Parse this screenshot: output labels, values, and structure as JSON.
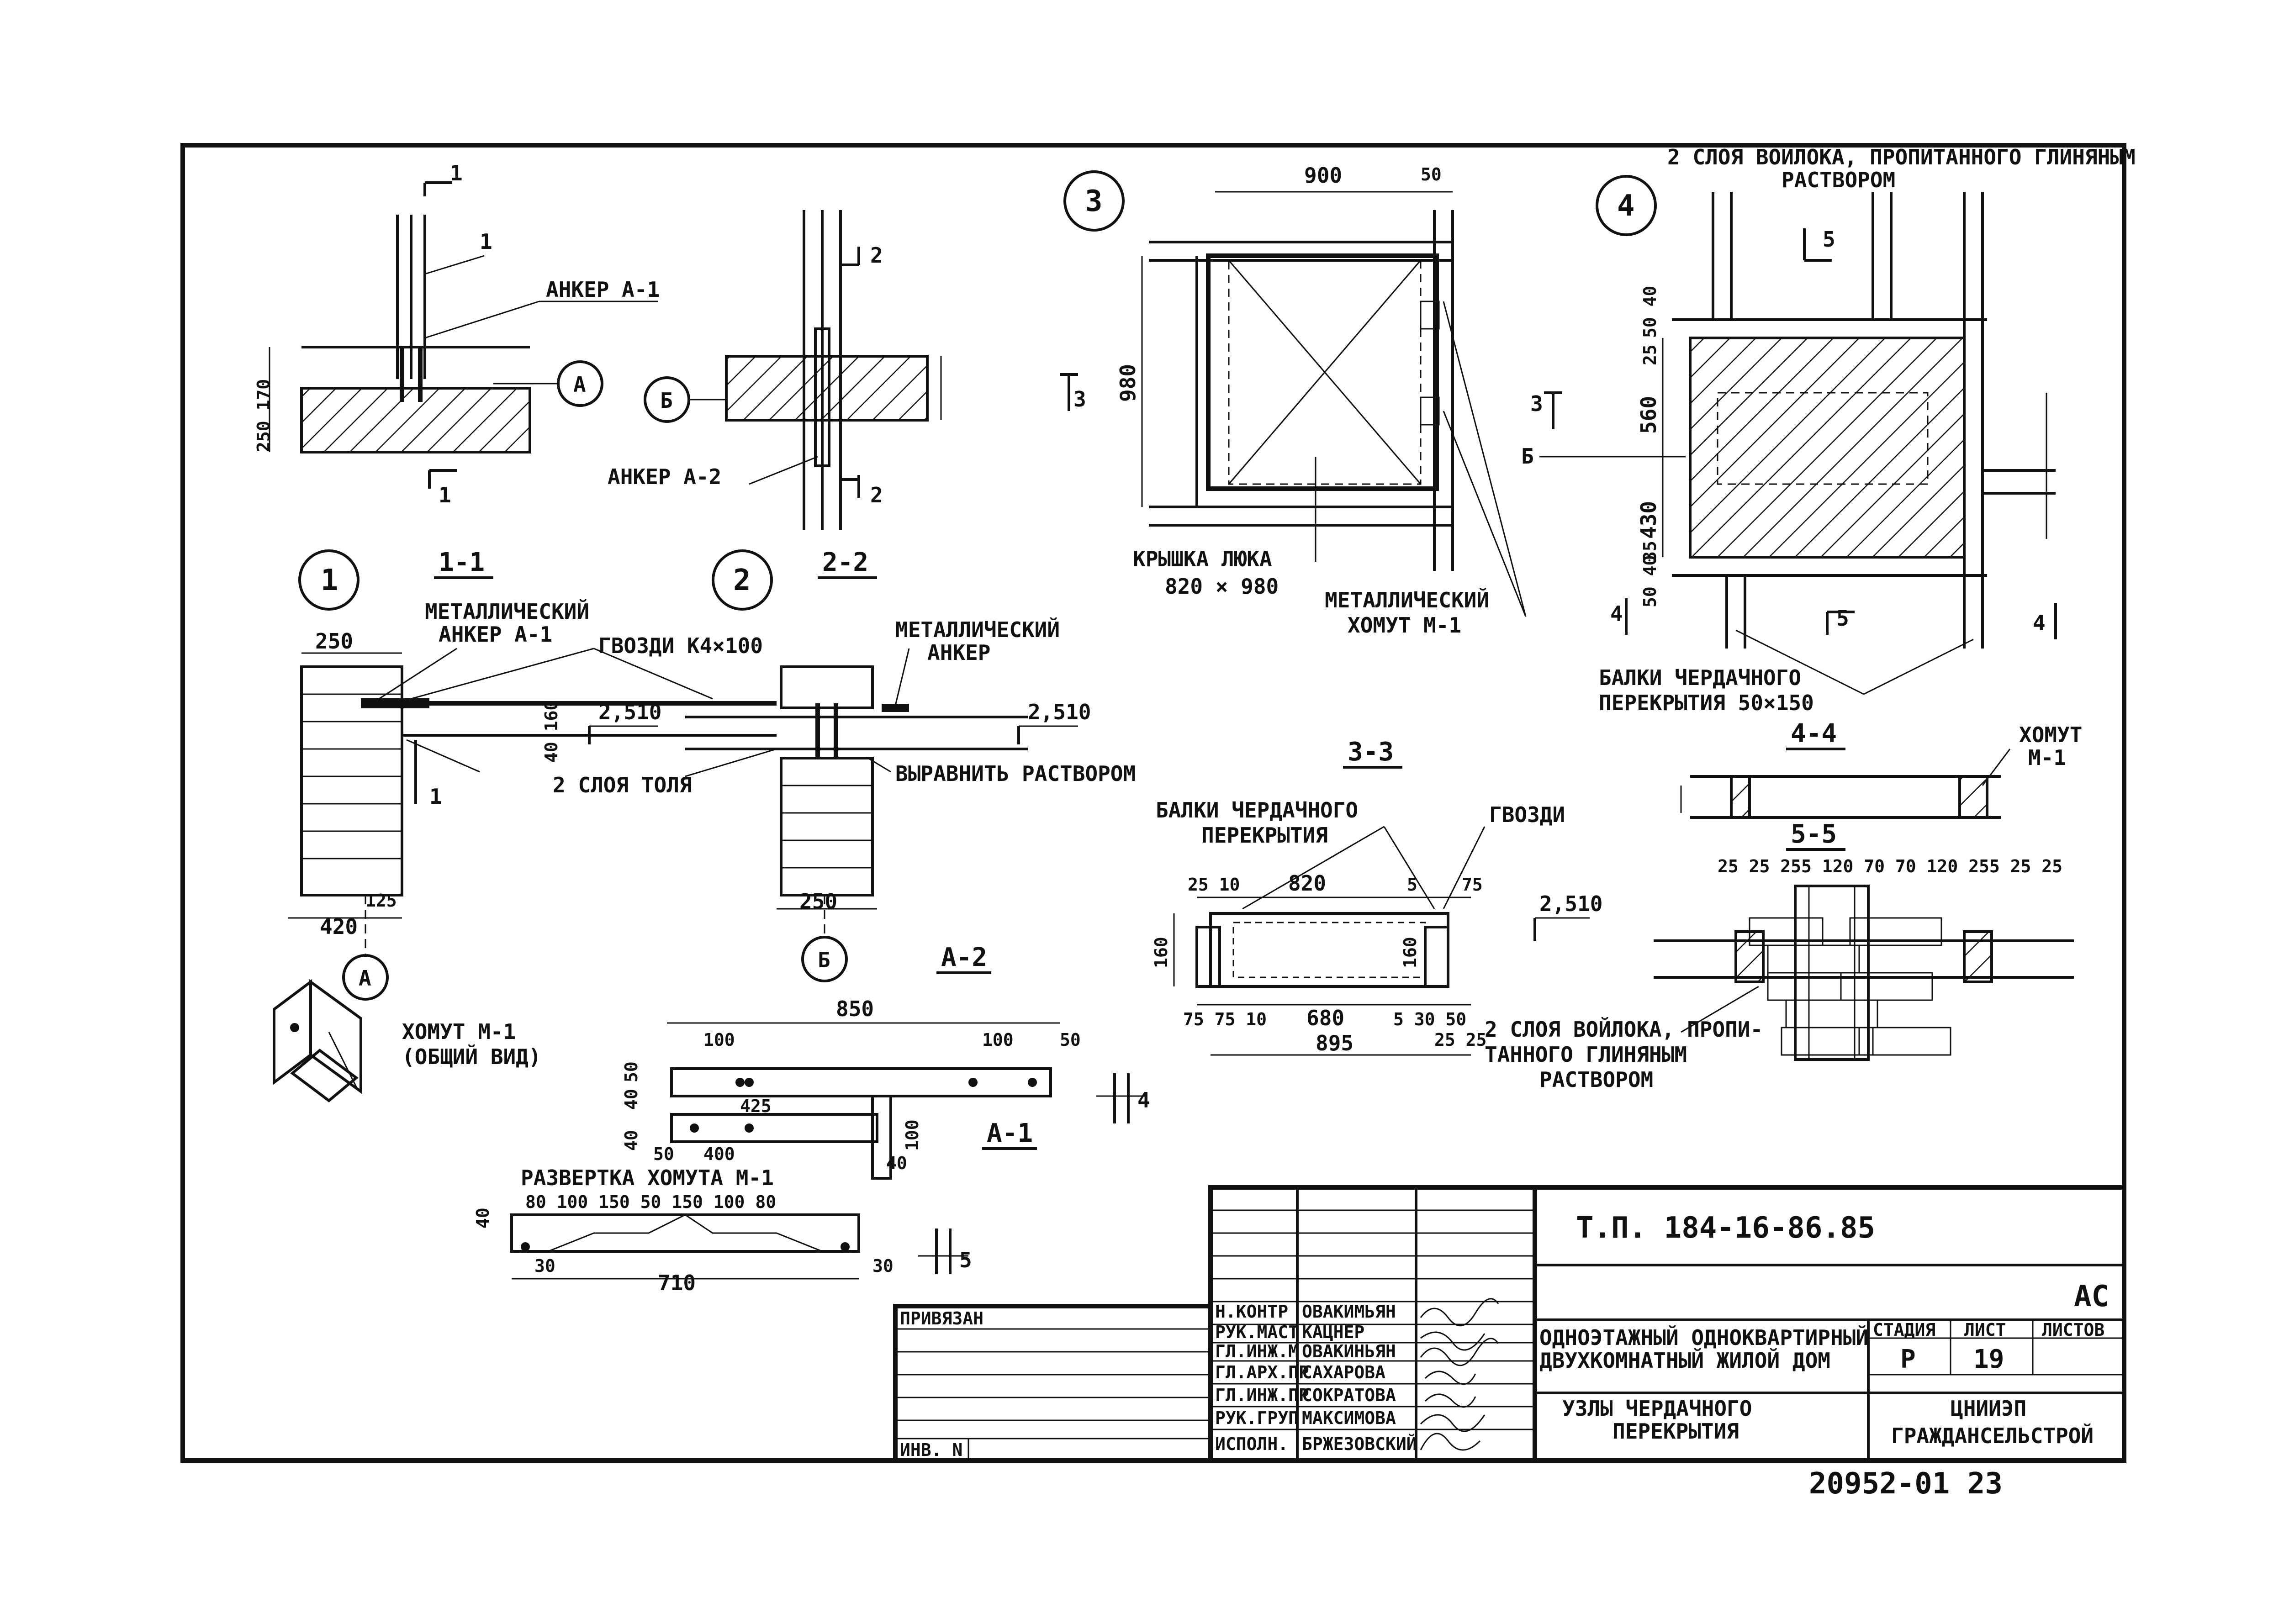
{
  "node_markers": {
    "node1": "1",
    "node2": "2",
    "node3": "3",
    "node4": "4"
  },
  "axis_markers": {
    "a": "А",
    "b": "Б"
  },
  "section_labels": {
    "s1": "1-1",
    "s2": "2-2",
    "s3": "3-3",
    "s4": "4-4",
    "s5": "5-5",
    "a1": "А-1",
    "a2": "А-2"
  },
  "labels": {
    "anchor_a1": "АНКЕР А-1",
    "anchor_a2": "АНКЕР А-2",
    "metal_anchor_a1_line1": "МЕТАЛЛИЧЕСКИЙ",
    "metal_anchor_a1_line2": "АНКЕР А-1",
    "nails": "ГВОЗДИ К4×100",
    "metal_anchor_line1": "МЕТАЛЛИЧЕСКИЙ",
    "metal_anchor_line2": "АНКЕР",
    "two_layers_tol": "2 СЛОЯ ТОЛЯ",
    "level_mortar": "ВЫРАВНИТЬ РАСТВОРОМ",
    "hatch_cover_line1": "КРЫШКА ЛЮКА",
    "hatch_cover_line2": "820 × 980",
    "metal_clamp_line1": "МЕТАЛЛИЧЕСКИЙ",
    "metal_clamp_line2": "ХОМУТ М-1",
    "felt_top_line1": "2 СЛОЯ ВОЙЛОКА, ПРОПИТАННОГО ГЛИНЯНЫМ",
    "felt_top_line2": "РАСТВОРОМ",
    "beams_line1": "БАЛКИ ЧЕРДАЧНОГО",
    "beams_line2": "ПЕРЕКРЫТИЯ 50×150",
    "beams33_line1": "БАЛКИ ЧЕРДАЧНОГО",
    "beams33_line2": "ПЕРЕКРЫТИЯ",
    "nails33": "ГВОЗДИ",
    "clamp_general_line1": "ХОМУТ М-1",
    "clamp_general_line2": "(ОБЩИЙ ВИД)",
    "clamp44_line1": "ХОМУТ",
    "clamp44_line2": "М-1",
    "felt55_line1": "2 СЛОЯ ВОЙЛОКА, ПРОПИ-",
    "felt55_line2": "ТАННОГО ГЛИНЯНЫМ",
    "felt55_line3": "РАСТВОРОМ",
    "clamp_unfold": "РАЗВЕРТКА ХОМУТА М-1"
  },
  "dimensions": {
    "d250_170": "250 170",
    "d900": "900",
    "d50a": "50",
    "d980": "980",
    "d560": "560",
    "d430": "430",
    "d50_40": "50 40",
    "d25": "25",
    "d35": "35",
    "d50_40b": "50 40",
    "d250a": "250",
    "d420": "420",
    "d125": "125",
    "d40_160": "40 160",
    "lvl1": "2,510",
    "lvl2": "2,510",
    "lvl3": "2,510",
    "d250b": "250",
    "d25_10": "25  10",
    "d820": "820",
    "d5": "5",
    "d75": "75",
    "d160a": "160",
    "d160b": "160",
    "d75_10": "75 75 10",
    "d680": "680",
    "d5_30_50": "5  30 50",
    "d25_25": "25 25",
    "d895": "895",
    "d55_top": "25 25 255  120 70 70 120  255 25 25",
    "d850": "850",
    "d100a": "100",
    "d100b": "100",
    "d50b": "50",
    "d50c": "50",
    "d425": "425",
    "d40a": "40",
    "d40b": "40",
    "d400": "400",
    "d100c": "100",
    "d40c": "40",
    "d4": "4",
    "d5b": "5",
    "unfold_dims": "80  100  150  50  150  100  80",
    "d40d": "40",
    "d30a": "30",
    "d30b": "30",
    "d710": "710",
    "cut1": "1",
    "cut2": "2",
    "cut3": "3",
    "cut4": "4",
    "cut5": "5",
    "b_mark": "Б"
  },
  "title_block": {
    "doc_code": "Т.П.  184-16-86.85",
    "stage_code": "АС",
    "bound": "ПРИВЯЗАН",
    "inv": "ИНВ. N",
    "roles": [
      "Н.КОНТР",
      "РУК.МАСТ",
      "ГЛ.ИНЖ.М",
      "ГЛ.АРХ.ПР",
      "ГЛ.ИНЖ.ПР",
      "РУК.ГРУП",
      "ИСПОЛН."
    ],
    "names": [
      "ОВАКИМЬЯН",
      "КАЦНЕР",
      "ОВАКИНЬЯН",
      "САХАРОВА",
      "СОКРАТОВА",
      "МАКСИМОВА",
      "БРЖЕЗОВСКИЙ"
    ],
    "project_line1": "ОДНОЭТАЖНЫЙ ОДНОКВАРТИРНЫЙ",
    "project_line2": "ДВУХКОМНАТНЫЙ ЖИЛОЙ ДОМ",
    "sheet_title_line1": "УЗЛЫ  ЧЕРДАЧНОГО",
    "sheet_title_line2": "ПЕРЕКРЫТИЯ",
    "stage_hdr": "СТАДИЯ",
    "sheet_hdr": "ЛИСТ",
    "sheets_hdr": "ЛИСТОВ",
    "stage_val": "Р",
    "sheet_val": "19",
    "org_line1": "ЦНИИЭП",
    "org_line2": "ГРАЖДАНСЕЛЬСТРОЙ"
  },
  "archive_number": "20952-01  23"
}
